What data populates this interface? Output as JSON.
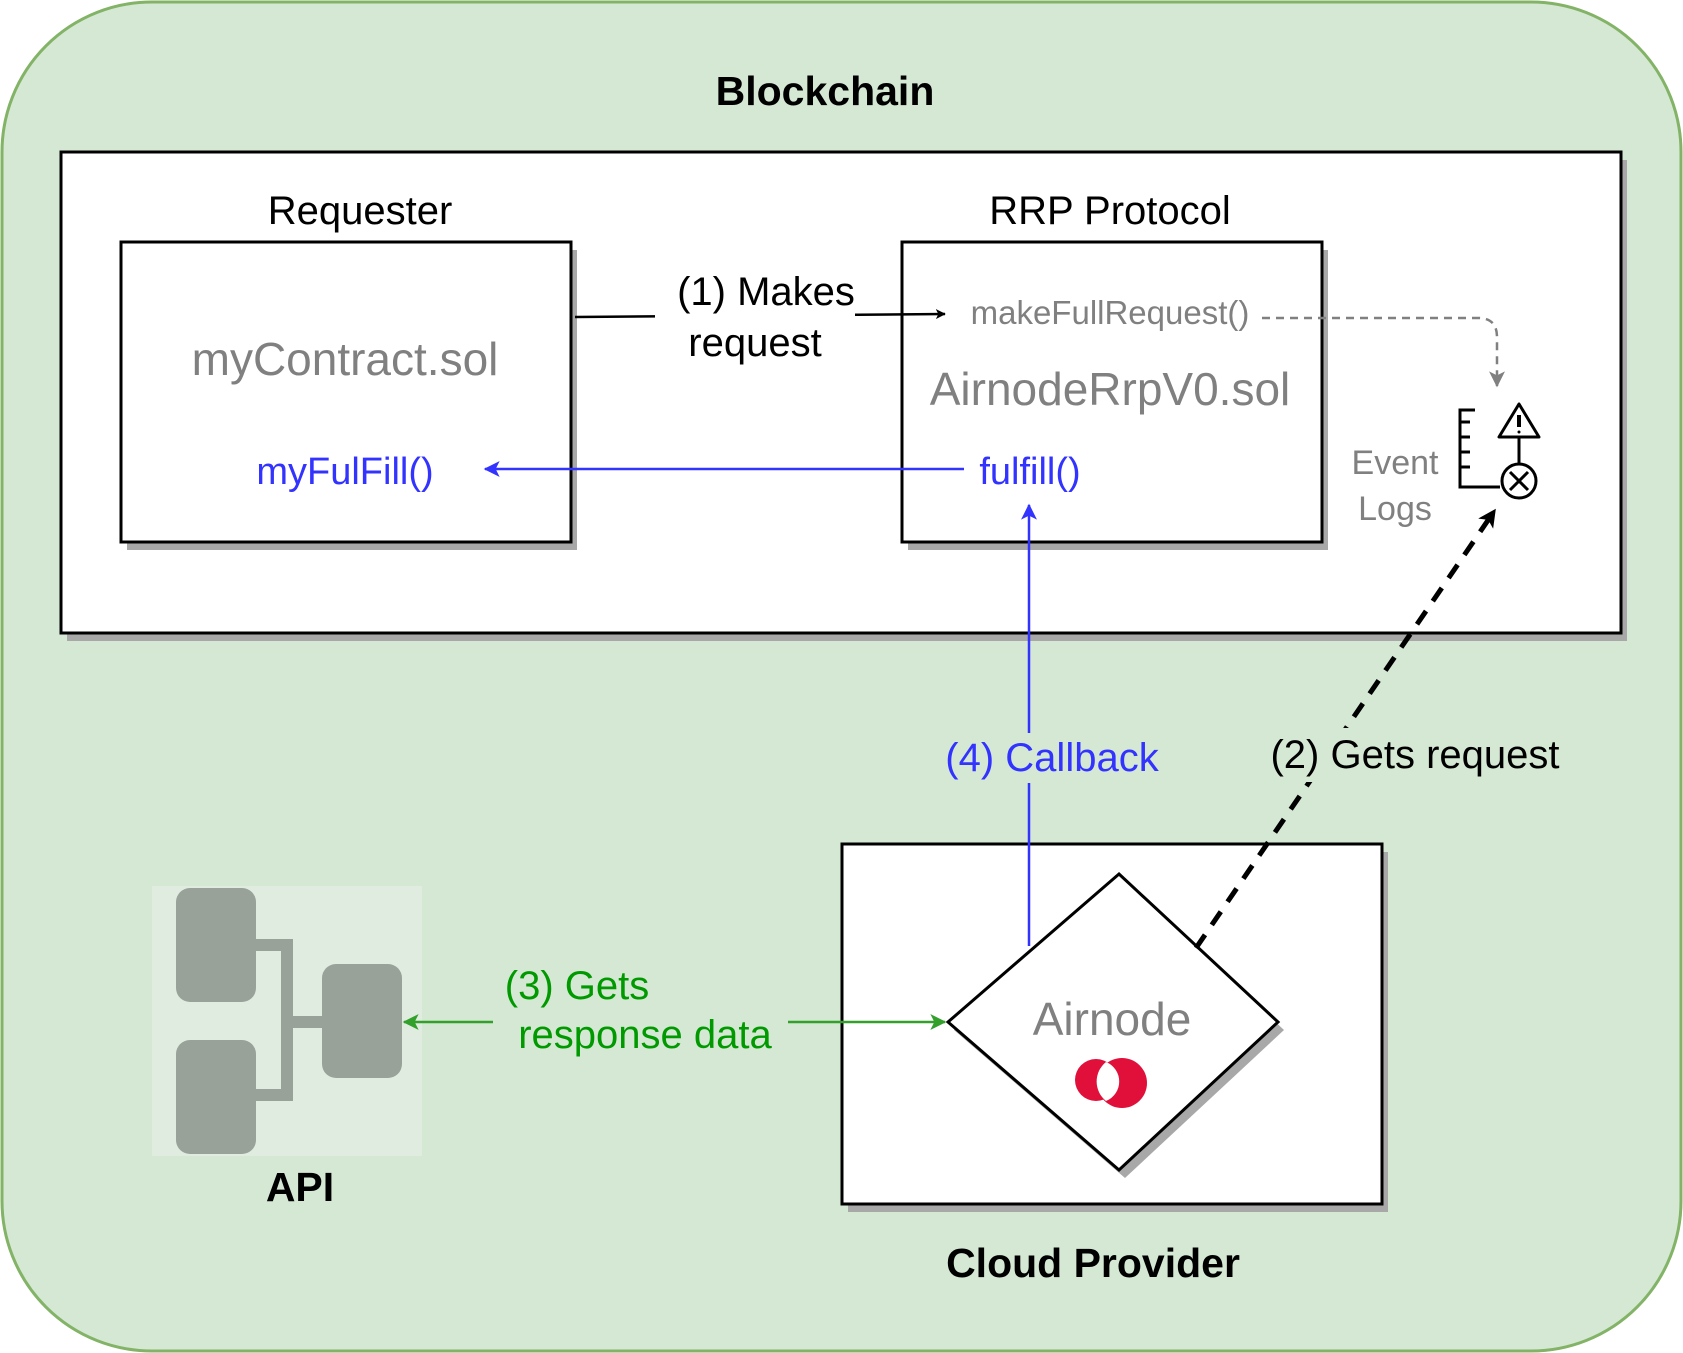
{
  "colors": {
    "region_fill": "#d5e8d4",
    "region_stroke": "#82b366",
    "box_fill": "#ffffff",
    "box_stroke": "#000000",
    "shadow": "#a8a8a8",
    "gray_text": "#808080",
    "blue": "#3333ff",
    "green": "#009900",
    "green_arrow": "#33a02c",
    "api_icon": "#99a298",
    "api_bg": "#e0ece0",
    "airnode_logo": "#e0103a"
  },
  "diagram": {
    "blockchain_label": "Blockchain",
    "requester": {
      "title": "Requester",
      "contract": "myContract.sol",
      "callback_fn": "myFulFill()"
    },
    "protocol": {
      "title": "RRP Protocol",
      "request_fn": "makeFullRequest()",
      "contract": "AirnodeRrpV0.sol",
      "fulfill_fn": "fulfill()"
    },
    "event_logs": {
      "line1": "Event",
      "line2": "Logs",
      "icon": "event-log-icon"
    },
    "api": {
      "label": "API",
      "icon": "api-icon"
    },
    "cloud_provider": {
      "label": "Cloud Provider"
    },
    "airnode": {
      "label": "Airnode",
      "icon": "airnode-logo-icon"
    },
    "edges": {
      "makes_request_line1": "(1) Makes",
      "makes_request_line2": "request",
      "gets_request": "(2) Gets request",
      "gets_response_line1": "(3) Gets",
      "gets_response_line2": "response data",
      "callback": "(4) Callback"
    }
  }
}
